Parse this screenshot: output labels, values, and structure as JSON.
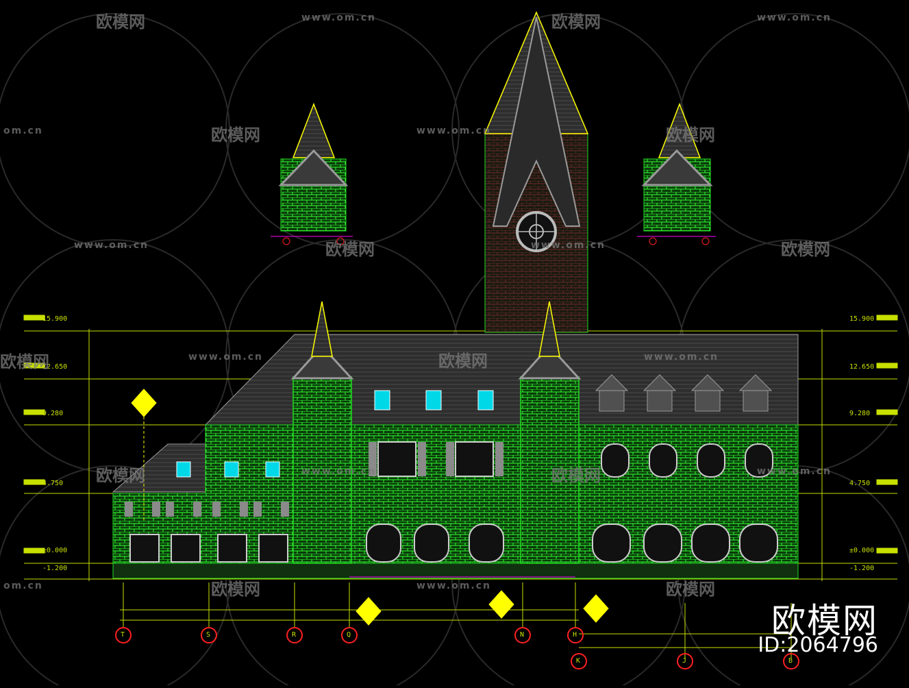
{
  "watermark": {
    "logo_text": "欧模网",
    "url_text": "www.om.cn",
    "url_short": "om.cn",
    "logo_partial": "欧模网"
  },
  "brand": {
    "name": "欧模网",
    "id_label": "ID:2064796"
  },
  "drawing": {
    "level_labels_left": [
      "15.900",
      "12.650",
      "9.280",
      "4.750",
      "±0.000",
      "-1.200"
    ],
    "level_labels_right": [
      "15.900",
      "12.650",
      "9.280",
      "4.750",
      "±0.000",
      "-1.200"
    ],
    "axis_labels_bottom": [
      "T",
      "S",
      "R",
      "Q",
      "N",
      "H"
    ],
    "axis_labels_right": [
      "K",
      "J",
      "B"
    ]
  },
  "colors": {
    "background": "#000000",
    "brick": "#22dd22",
    "roof": "#3a3a3a",
    "line": "#ffff00",
    "window_cyan": "#00d8e8",
    "annotation": "#c8e000",
    "axis_circle": "#ff2020",
    "trim": "#9a9a9a",
    "magenta": "#ff00ff"
  }
}
